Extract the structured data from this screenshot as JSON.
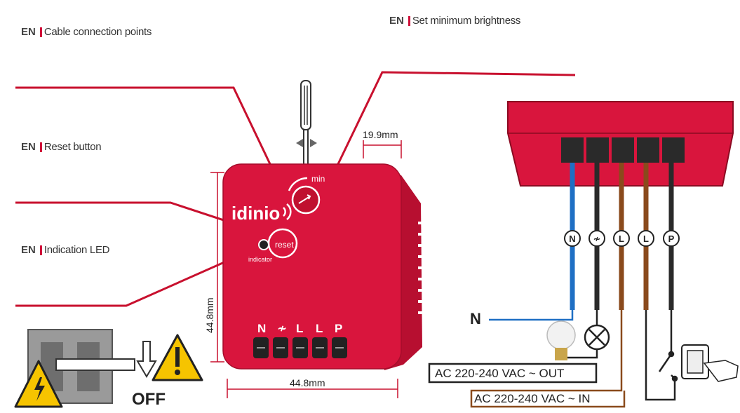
{
  "callouts": {
    "cable": {
      "lang": "EN",
      "text": "Cable connection points"
    },
    "brightness": {
      "lang": "EN",
      "text": "Set minimum brightness"
    },
    "reset": {
      "lang": "EN",
      "text": "Reset button"
    },
    "led": {
      "lang": "EN",
      "text": "Indication LED"
    }
  },
  "device": {
    "brand": "idinio",
    "reset_label": "reset",
    "indicator_label": "indicator",
    "min_label": "min",
    "terminals": [
      "N",
      "≁",
      "L",
      "L",
      "P"
    ],
    "dim_depth": "19.9mm",
    "dim_height": "44.8mm",
    "dim_width": "44.8mm"
  },
  "warning": {
    "off_label": "OFF"
  },
  "wiring": {
    "terminals": [
      "N",
      "≁",
      "L",
      "L",
      "P"
    ],
    "neutral_label": "N",
    "out_label": "AC 220-240 VAC ~ OUT",
    "in_label": "AC 220-240 VAC ~ IN"
  },
  "colors": {
    "device_red": "#d9153d",
    "accent_red": "#c8102e",
    "wire_blue": "#1f6fc4",
    "wire_brown": "#8a4a1c",
    "wire_black": "#2a2a2a",
    "warning_yellow": "#f6c400"
  }
}
